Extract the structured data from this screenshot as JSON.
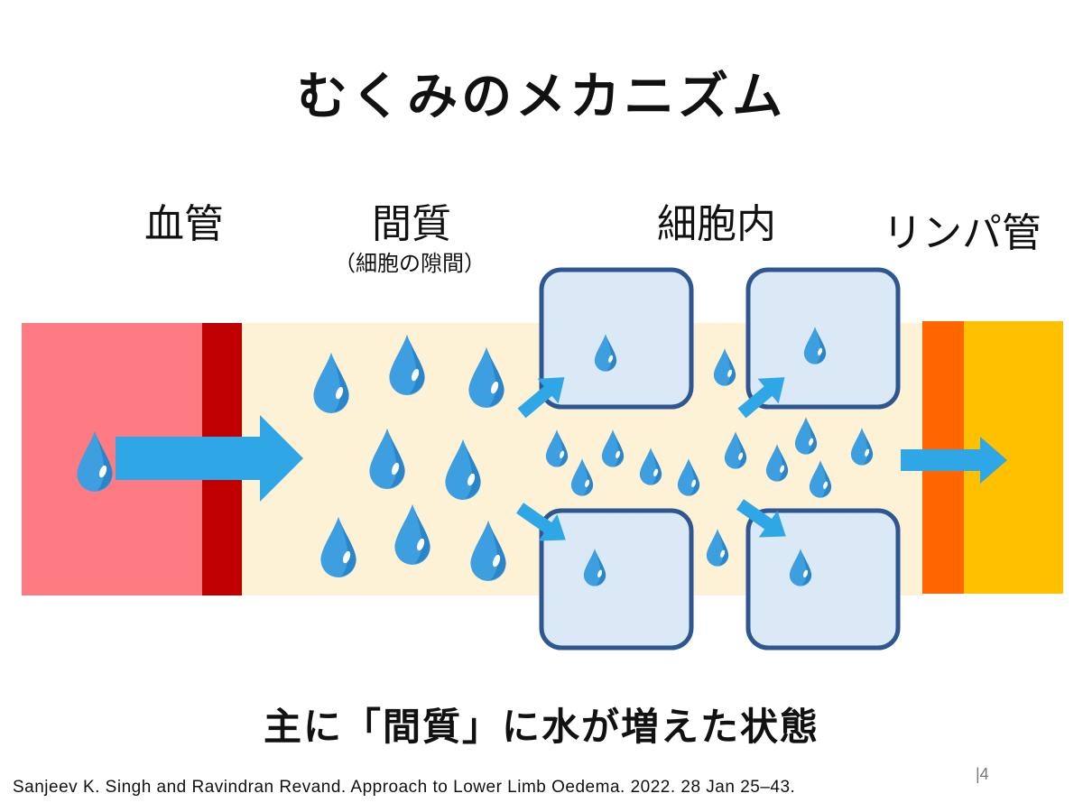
{
  "slide": {
    "title": "むくみのメカニズム",
    "summary": "主に「間質」に水が増えた状態",
    "citation": "Sanjeev K. Singh and Ravindran Revand. Approach to Lower Limb Oedema. 2022. 28 Jan 25–43.",
    "page_number": "|4"
  },
  "diagram": {
    "labels": {
      "blood_vessel": "血管",
      "interstitium": "間質",
      "interstitium_note": "（細胞の隙間）",
      "intracellular": "細胞内",
      "lymph_vessel": "リンパ管"
    },
    "colors": {
      "blood_vessel": "#fe7b84",
      "vessel_wall": "#c00000",
      "interstitium": "#fef2d6",
      "cell_fill": "#dbe8f5",
      "cell_border": "#2e5791",
      "lymph_wall": "#ff6600",
      "lymph_vessel": "#ffc000",
      "water_drop": "#3d9ee0",
      "arrow": "#2fa6e6"
    },
    "icons": [
      "water-drop-icon",
      "arrow-right-icon"
    ]
  }
}
